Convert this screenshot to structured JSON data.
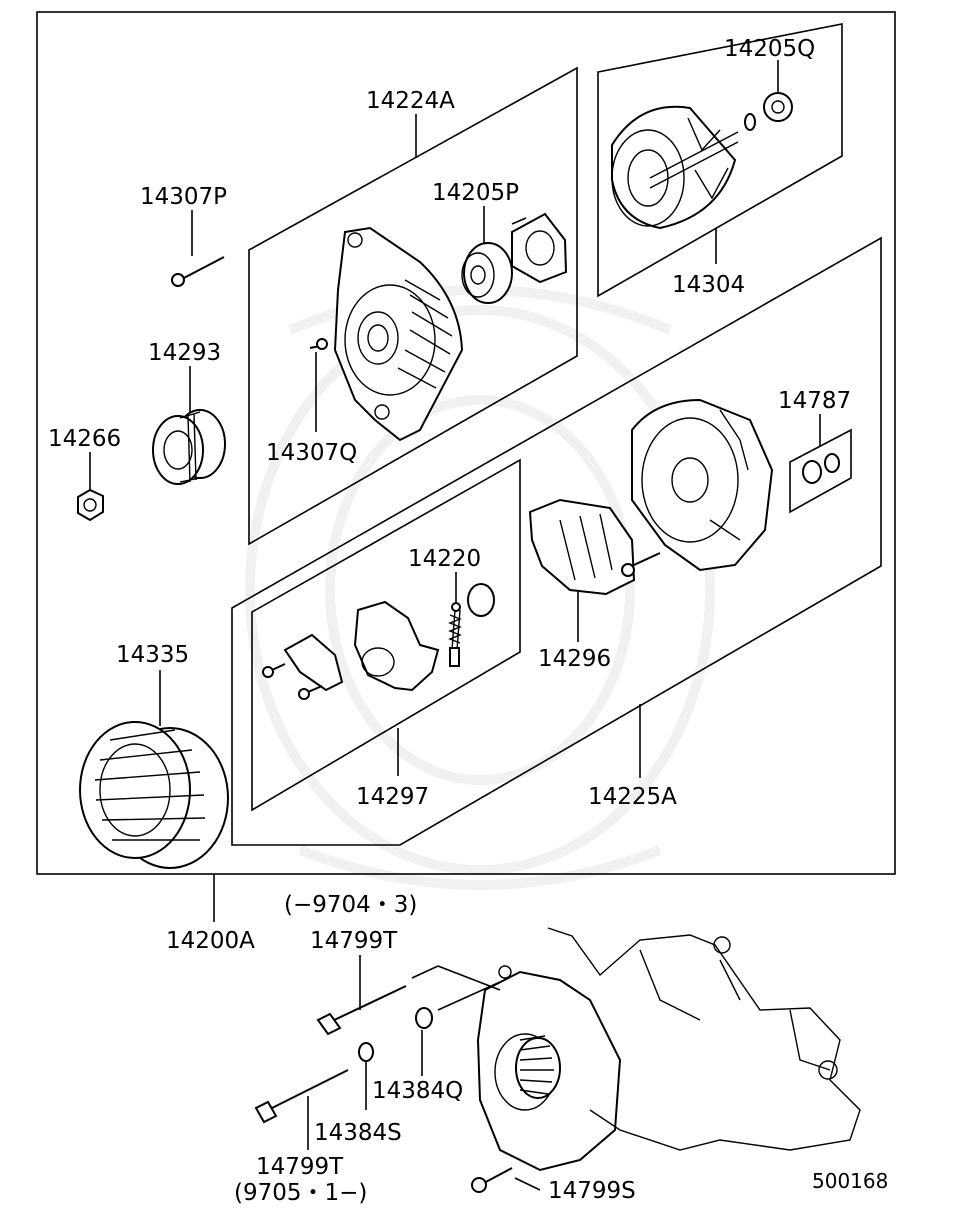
{
  "labels": {
    "p14205Q": "14205Q",
    "p14224A": "14224A",
    "p14307P": "14307P",
    "p14205P": "14205P",
    "p14304": "14304",
    "p14293": "14293",
    "p14266": "14266",
    "p14307Q": "14307Q",
    "p14787": "14787",
    "p14220": "14220",
    "p14296": "14296",
    "p14335": "14335",
    "p14297": "14297",
    "p14225A": "14225A",
    "p14200A": "14200A",
    "note_upper": "(−9704・3)",
    "p14799T_upper": "14799T",
    "p14384Q": "14384Q",
    "p14384S": "14384S",
    "p14799T_lower": "14799T",
    "note_lower": "(9705・1−)",
    "p14799S": "14799S",
    "diagram_code": "500168"
  }
}
